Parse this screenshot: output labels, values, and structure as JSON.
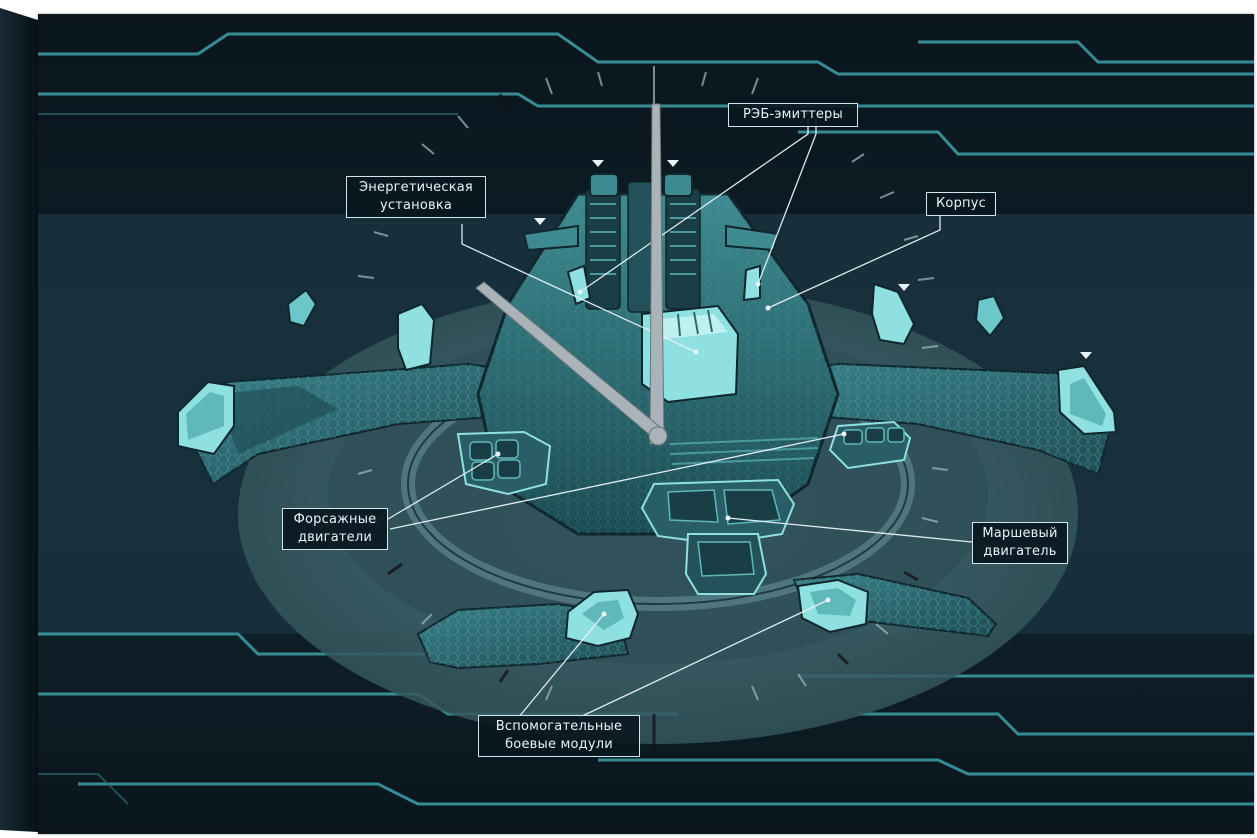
{
  "callouts": {
    "reb_emitters": {
      "lines": [
        "РЭБ-эмиттеры"
      ]
    },
    "power_plant": {
      "lines": [
        "Энергетическая",
        "установка"
      ]
    },
    "hull": {
      "lines": [
        "Корпус"
      ]
    },
    "afterburners": {
      "lines": [
        "Форсажные",
        "двигатели"
      ]
    },
    "main_engine": {
      "lines": [
        "Маршевый",
        "двигатель"
      ]
    },
    "aux_modules": {
      "lines": [
        "Вспомогательные",
        "боевые модули"
      ]
    }
  },
  "colors": {
    "background": "#0c1820",
    "panel_dark": "#1a3440",
    "ship_teal": "#2f6a72",
    "ship_light": "#8fe0e0",
    "accent_line": "#5fc8cc",
    "clock_hand": "#aab4b8"
  }
}
